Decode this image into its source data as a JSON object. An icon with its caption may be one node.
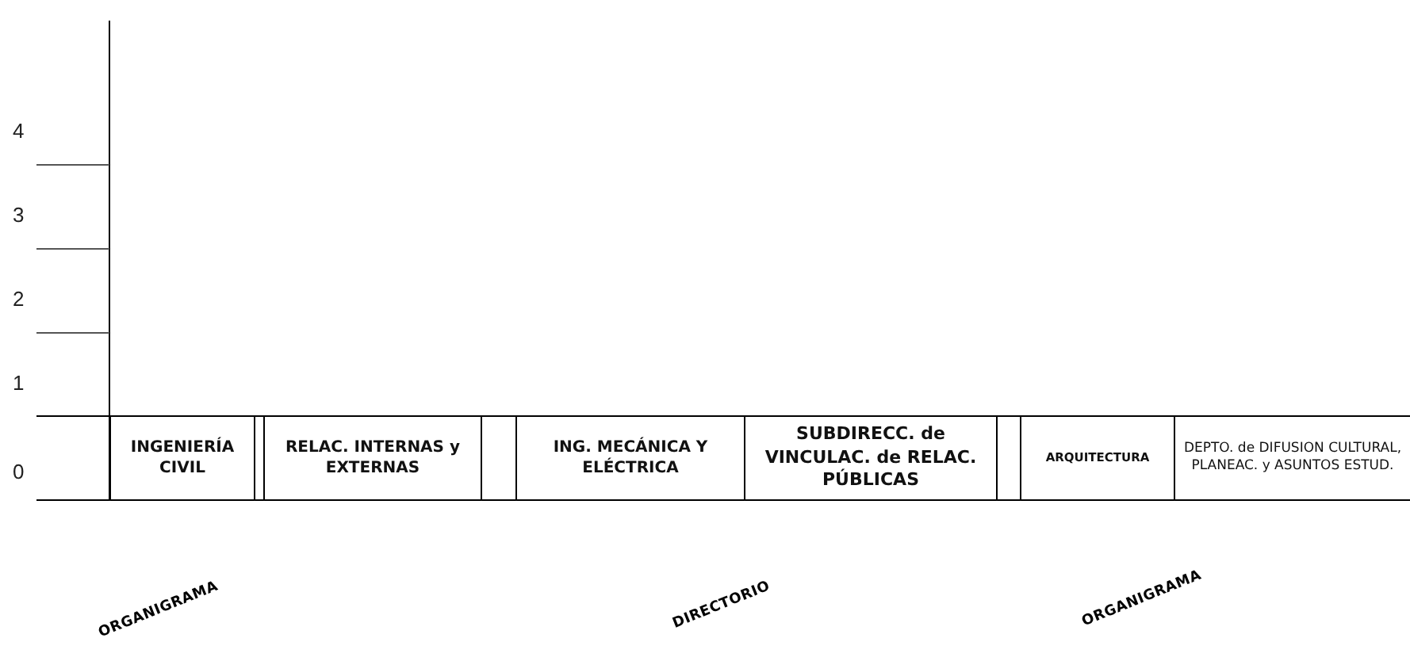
{
  "diagram": {
    "nodes": [
      {
        "text": [
          "INGENIERÍA CIVIL"
        ]
      },
      {
        "text": [
          "RELAC.  INTERNAS y  EXTERNAS"
        ]
      },
      {
        "text": [
          "ING. MECÁNICA Y  ELÉCTRICA"
        ]
      },
      {
        "text": [
          "SUBDIRECC. de VINCULAC.  de RELAC.  PÚBLICAS"
        ]
      },
      {
        "text": [
          "ARQUITECTURA"
        ]
      },
      {
        "text": [
          "DEPTO. de DIFUSION CULTURAL, PLANEAC. y  ASUNTOS ESTUD."
        ]
      }
    ],
    "labels": [
      "4",
      "3",
      "2",
      "1",
      "0",
      "ORGANIGRAMA",
      "DIRECTORIO",
      "ORGANIGRAMA"
    ]
  }
}
